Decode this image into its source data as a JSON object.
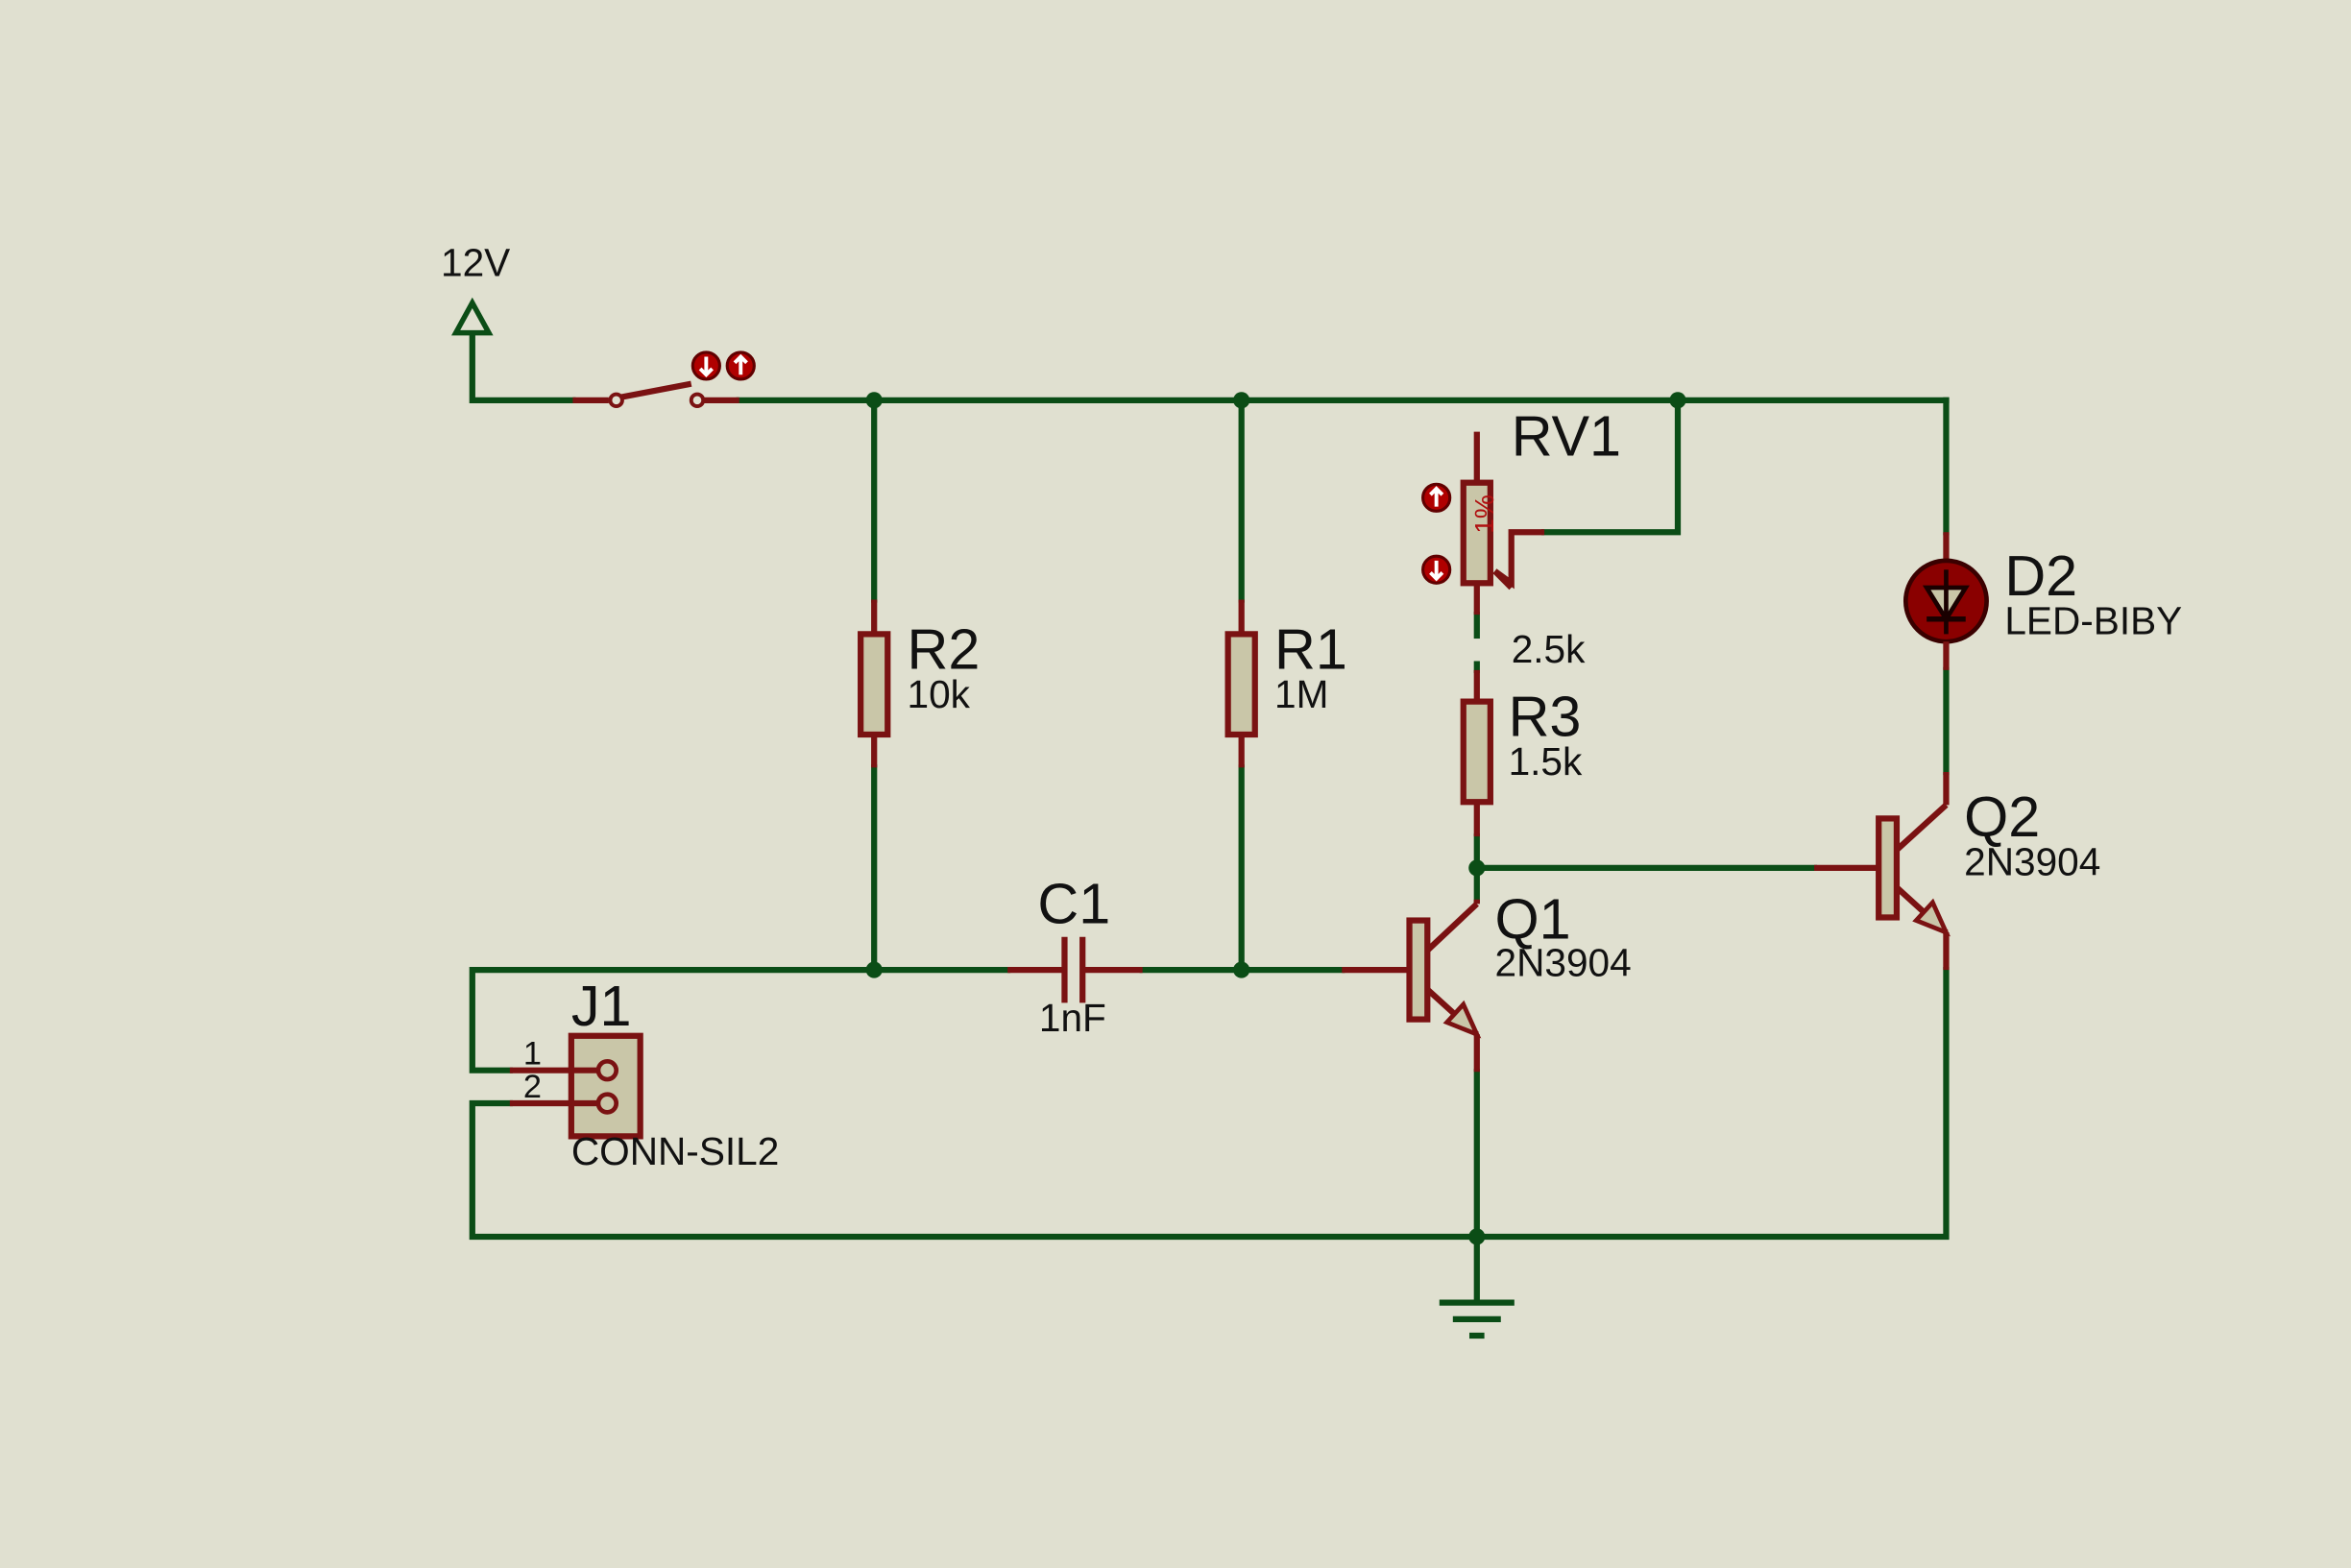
{
  "power": {
    "label": "12V"
  },
  "switch": {
    "interactive": true
  },
  "components": {
    "R2": {
      "ref": "R2",
      "value": "10k"
    },
    "R1": {
      "ref": "R1",
      "value": "1M"
    },
    "RV1": {
      "ref": "RV1",
      "value": "2.5k",
      "wiper_text": "1%"
    },
    "R3": {
      "ref": "R3",
      "value": "1.5k"
    },
    "D2": {
      "ref": "D2",
      "value": "LED-BIBY"
    },
    "Q1": {
      "ref": "Q1",
      "value": "2N3904"
    },
    "Q2": {
      "ref": "Q2",
      "value": "2N3904"
    },
    "C1": {
      "ref": "C1",
      "value": "1nF"
    },
    "J1": {
      "ref": "J1",
      "value": "CONN-SIL2",
      "pins": [
        "1",
        "2"
      ]
    }
  },
  "colors": {
    "background": "#e0e0d0",
    "wire": "#0b4d16",
    "component": "#7a1212",
    "component_body": "#c9c6a8",
    "led_body": "#8a0000"
  }
}
